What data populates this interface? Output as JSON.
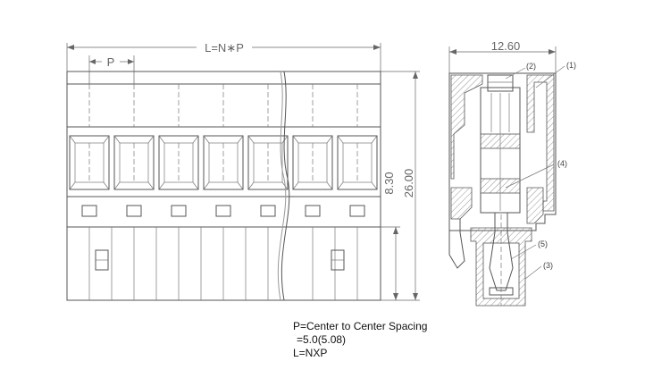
{
  "dimensions": {
    "overall_length": "L=N∗P",
    "pitch": "P",
    "height_small": "8.30",
    "height_total": "26.00",
    "side_width": "12.60"
  },
  "callouts": [
    "(1)",
    "(2)",
    "(3)",
    "(4)",
    "(5)"
  ],
  "notes": {
    "line1": "P=Center to Center Spacing",
    "line2": "=5.0(5.08)",
    "line3": "L=NXP"
  },
  "colors": {
    "line": "#555555",
    "text": "#111111"
  }
}
